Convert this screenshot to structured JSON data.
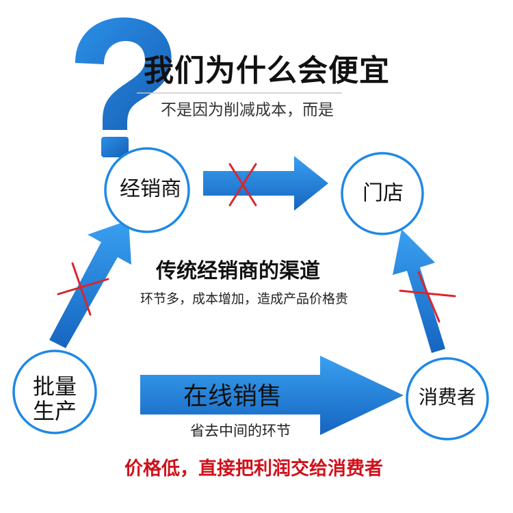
{
  "header": {
    "title": "我们为什么会便宜",
    "subtitle": "不是因为削减成本，而是"
  },
  "nodes": {
    "dealer": "经销商",
    "store": "门店",
    "batch_production": "批量生产",
    "consumer": "消费者"
  },
  "traditional": {
    "title": "传统经销商的渠道",
    "description": "环节多，成本增加，造成产品价格贵"
  },
  "online": {
    "title": "在线销售",
    "description": "省去中间的环节"
  },
  "footer": {
    "slogan": "价格低，直接把利润交给消费者"
  },
  "colors": {
    "arrow_blue": "#1e88e5",
    "cross_red": "#d8262e",
    "circle_border": "#1e88e5",
    "question_blue": "#1e7ed6",
    "slogan_red": "#d0101a"
  },
  "icons": [
    "question-mark-icon",
    "cross-mark-icon"
  ]
}
